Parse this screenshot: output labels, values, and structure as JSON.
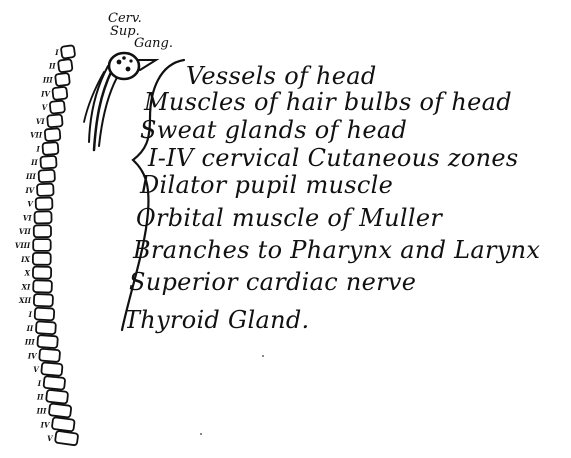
{
  "ganglion_label": [
    "Cerv.",
    "Sup.",
    "Gang."
  ],
  "vertebra_labels": [
    "I",
    "II",
    "III",
    "IV",
    "V",
    "VI",
    "VII",
    "I",
    "II",
    "III",
    "IV",
    "V",
    "VI",
    "VII",
    "VIII",
    "IX",
    "X",
    "XI",
    "XII",
    "I",
    "II",
    "III",
    "IV",
    "V",
    "I",
    "II",
    "III",
    "IV",
    "V"
  ],
  "targets": [
    "Vessels of head",
    "Muscles of hair bulbs of head",
    "Sweat glands of head",
    "I-IV cervical Cutaneous zones",
    "Dilator pupil muscle",
    "Orbital muscle of Muller",
    "Branches to Pharynx and Larynx",
    "Superior cardiac nerve",
    "Thyroid Gland."
  ],
  "ink_color": "#111111",
  "paper_color": "#ffffff"
}
